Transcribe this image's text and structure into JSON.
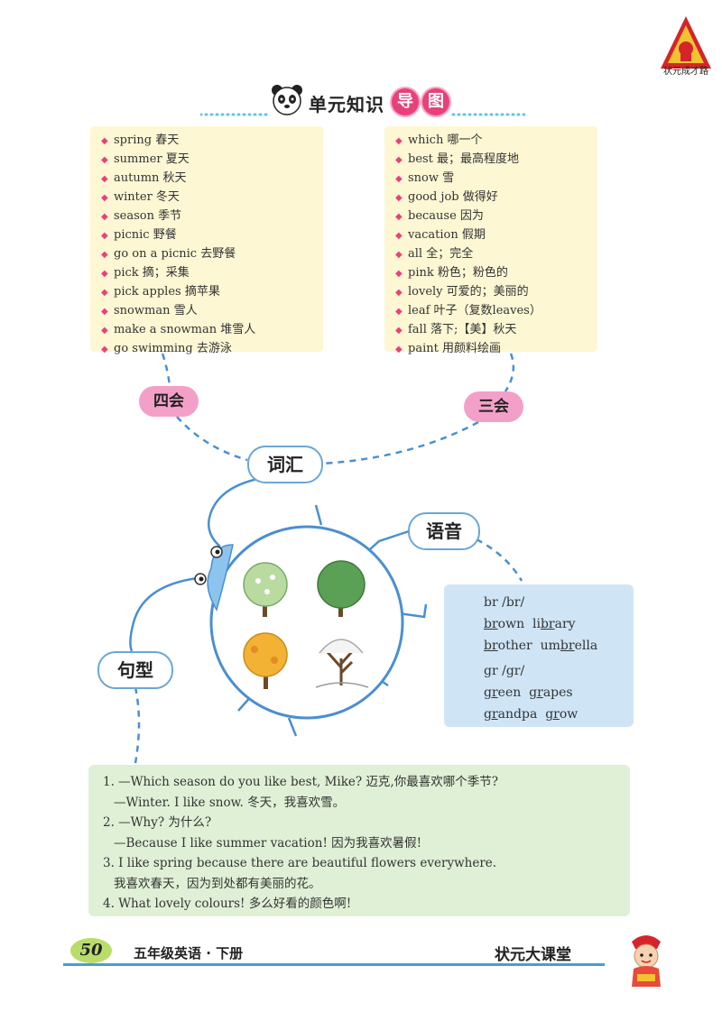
{
  "logo": {
    "text": "状元成才路"
  },
  "header": {
    "title": "单元知识",
    "badge_1": "导",
    "badge_2": "图"
  },
  "vocab_left": [
    "spring 春天",
    "summer 夏天",
    "autumn 秋天",
    "winter 冬天",
    "season 季节",
    "picnic 野餐",
    "go on a picnic 去野餐",
    "pick 摘；采集",
    "pick apples 摘苹果",
    "snowman 雪人",
    "make a snowman 堆雪人",
    "go swimming 去游泳"
  ],
  "vocab_right": [
    "which 哪一个",
    "best 最；最高程度地",
    "snow 雪",
    "good job 做得好",
    "because 因为",
    "vacation 假期",
    "all 全；完全",
    "pink 粉色；粉色的",
    "lovely 可爱的；美丽的",
    "leaf 叶子（复数leaves）",
    "fall 落下;【美】秋天",
    "paint 用颜料绘画"
  ],
  "labels": {
    "sihui": "四会",
    "sanhui": "三会",
    "cihui": "词汇",
    "yuyin": "语音",
    "juxing": "句型"
  },
  "phonics": {
    "br_title": "br /br/",
    "br_row1": {
      "w1_u": "br",
      "w1_rest": "own",
      "w2_pre": "li",
      "w2_u": "br",
      "w2_rest": "ary"
    },
    "br_row2": {
      "w1_u": "br",
      "w1_rest": "other",
      "w2_pre": "um",
      "w2_u": "br",
      "w2_rest": "ella"
    },
    "gr_title": "gr /gr/",
    "gr_row1": {
      "w1_u": "gr",
      "w1_rest": "een",
      "w2_u": "gr",
      "w2_rest": "apes"
    },
    "gr_row2": {
      "w1_u": "gr",
      "w1_rest": "andpa",
      "w2_u": "gr",
      "w2_rest": "ow"
    }
  },
  "sentences": [
    "1. —Which season do you like best, Mike? 迈克,你最喜欢哪个季节?",
    "—Winter. I like snow. 冬天，我喜欢雪。",
    "2. —Why? 为什么?",
    "—Because I like summer vacation! 因为我喜欢暑假!",
    "3. I like spring because there are beautiful flowers everywhere.",
    "我喜欢春天，因为到处都有美丽的花。",
    "4. What lovely colours! 多么好看的颜色啊!"
  ],
  "footer": {
    "page_number": "50",
    "book": "五年级英语 · 下册",
    "series": "状元大课堂"
  },
  "colors": {
    "accent_pink": "#e8417a",
    "line_blue": "#4b9bd6",
    "vocab_bg": "#fdf7d4",
    "phonics_bg": "#cfe5f6",
    "sentence_bg": "#dff0d6"
  }
}
